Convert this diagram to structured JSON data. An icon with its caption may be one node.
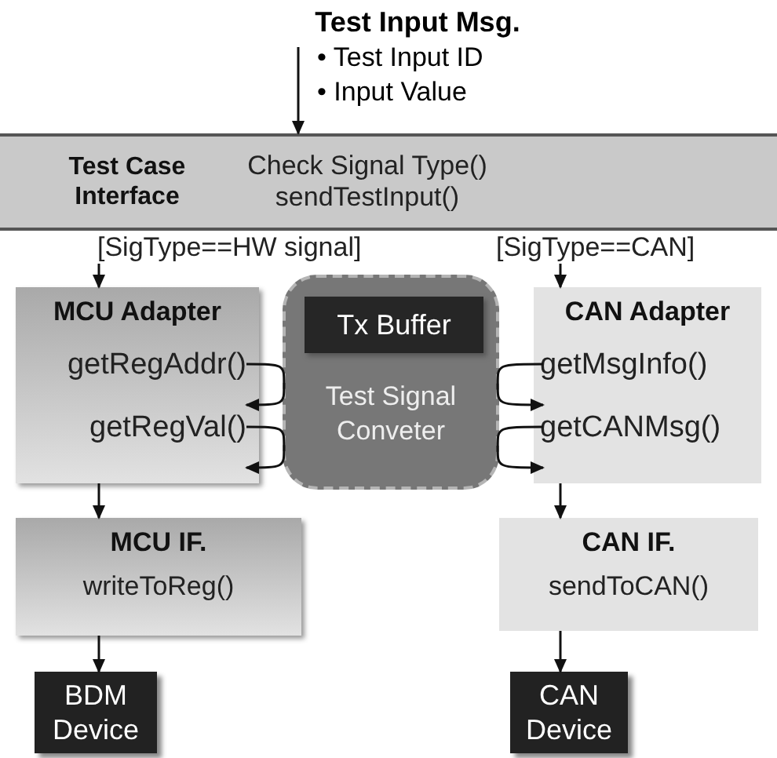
{
  "diagram": {
    "nodes": [
      {
        "text": [
          "Test Input Msg.",
          "• Test Input ID",
          "• Input Value"
        ]
      },
      {
        "text": [
          "Test Case Interface",
          "Check Signal Type() sendTestInput()"
        ]
      },
      {
        "text": [
          "MCU Adapter"
        ]
      },
      {
        "text": [
          "getRegAddr()"
        ],
        "in": 2
      },
      {
        "text": [
          "getRegVal()"
        ],
        "in": 2
      },
      {
        "text": [
          "Test Signal Conveter"
        ]
      },
      {
        "text": [
          "Tx Buffer"
        ],
        "in": 5
      },
      {
        "text": [
          "CAN Adapter"
        ]
      },
      {
        "text": [
          "getMsgInfo()"
        ],
        "in": 7
      },
      {
        "text": [
          "getCANMsg()"
        ],
        "in": 7
      },
      {
        "text": [
          "MCU IF.",
          "writeToReg()"
        ]
      },
      {
        "text": [
          "CAN IF.",
          "sendToCAN()"
        ]
      },
      {
        "text": [
          "BDM Device"
        ]
      },
      {
        "text": [
          "CAN Device"
        ]
      }
    ],
    "edges": [
      {
        "from": 0,
        "to": 1,
        "arrow": "to"
      },
      {
        "from": 1,
        "to": 2,
        "arrow": "to",
        "label": "[SigType==HW signal]"
      },
      {
        "from": 1,
        "to": 7,
        "arrow": "to",
        "label": "[SigType==CAN]"
      },
      {
        "from": 3,
        "to": 5,
        "arrow": "none"
      },
      {
        "from": 5,
        "to": 3,
        "arrow": "to"
      },
      {
        "from": 4,
        "to": 5,
        "arrow": "none"
      },
      {
        "from": 5,
        "to": 4,
        "arrow": "to"
      },
      {
        "from": 8,
        "to": 5,
        "arrow": "none"
      },
      {
        "from": 5,
        "to": 8,
        "arrow": "to"
      },
      {
        "from": 9,
        "to": 5,
        "arrow": "none"
      },
      {
        "from": 5,
        "to": 9,
        "arrow": "to"
      },
      {
        "from": 2,
        "to": 10,
        "arrow": "to"
      },
      {
        "from": 7,
        "to": 11,
        "arrow": "to"
      },
      {
        "from": 10,
        "to": 12,
        "arrow": "to"
      },
      {
        "from": 11,
        "to": 13,
        "arrow": "to"
      }
    ]
  }
}
